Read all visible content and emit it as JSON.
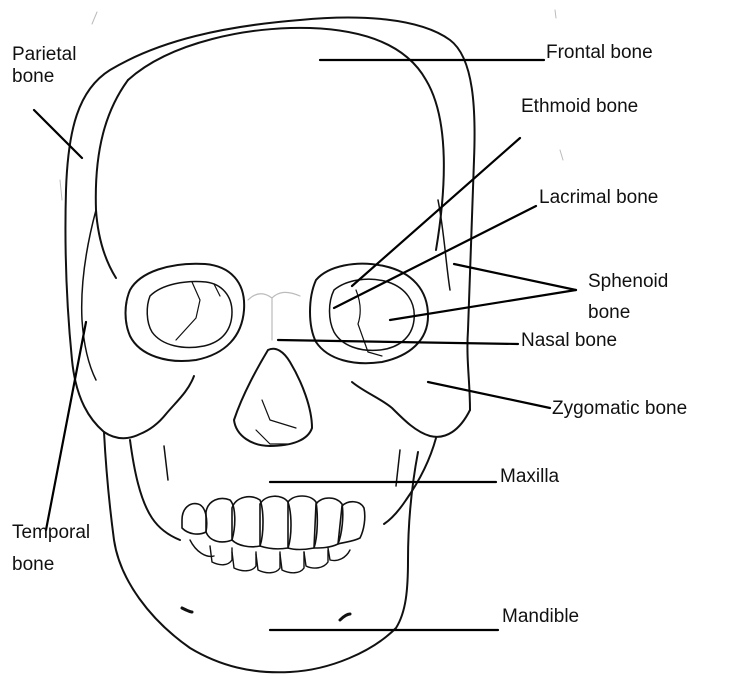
{
  "labels": {
    "parietal": {
      "line1": "Parietal",
      "line2": "bone"
    },
    "frontal": "Frontal bone",
    "ethmoid": "Ethmoid bone",
    "lacrimal": "Lacrimal bone",
    "sphenoid": {
      "line1": "Sphenoid",
      "line2": "bone"
    },
    "nasal": "Nasal bone",
    "zygomatic": "Zygomatic bone",
    "maxilla": "Maxilla",
    "temporal": {
      "line1": "Temporal",
      "line2": "bone"
    },
    "mandible": "Mandible"
  },
  "colors": {
    "ink": "#111111",
    "faint": "#bbbbbb",
    "background": "#ffffff"
  }
}
